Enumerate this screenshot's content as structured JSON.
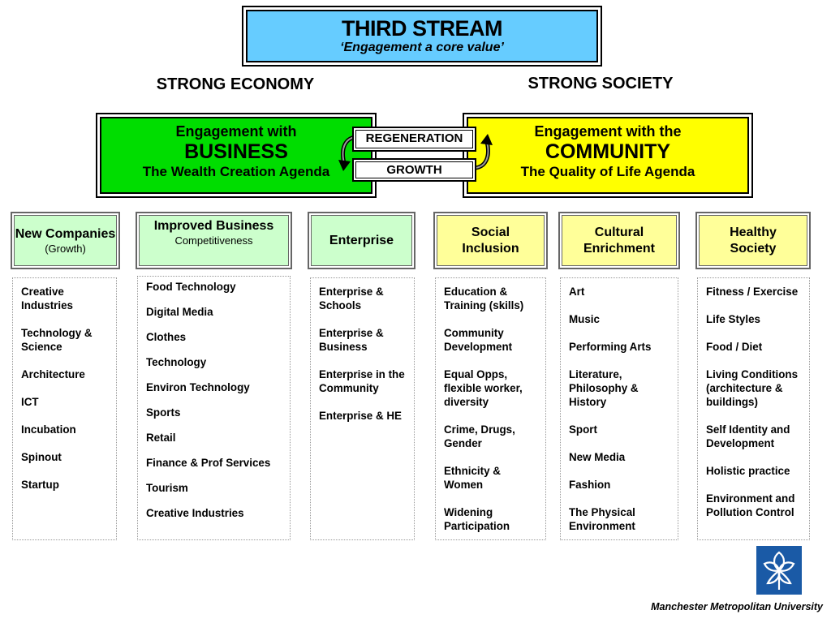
{
  "title": {
    "main": "THIRD STREAM",
    "subtitle": "‘Engagement a core value’"
  },
  "headings": {
    "economy": "STRONG ECONOMY",
    "society": "STRONG SOCIETY"
  },
  "business_box": {
    "line1": "Engagement with",
    "line2": "BUSINESS",
    "line3": "The Wealth Creation Agenda",
    "color": "#00dd00"
  },
  "community_box": {
    "line1": "Engagement with the",
    "line2": "COMMUNITY",
    "line3": "The Quality of Life Agenda",
    "color": "#ffff00"
  },
  "connectors": {
    "top": "REGENERATION",
    "bottom": "GROWTH"
  },
  "columns": [
    {
      "title": "New Companies",
      "sub": "(Growth)",
      "items": [
        "Creative Industries",
        "Technology & Science",
        "Architecture",
        "ICT",
        "Incubation",
        "Spinout",
        "Startup"
      ]
    },
    {
      "title": "Improved Business",
      "sub": "Competitiveness",
      "items": [
        "Food Technology",
        "Digital Media",
        "Clothes",
        "Technology",
        "Environ Technology",
        "Sports",
        "Retail",
        "Finance & Prof Services",
        "Tourism",
        "Creative Industries"
      ]
    },
    {
      "title": "Enterprise",
      "sub": "",
      "items": [
        "Enterprise & Schools",
        "Enterprise & Business",
        "Enterprise in the Community",
        "Enterprise & HE"
      ]
    },
    {
      "title": "Social Inclusion",
      "sub": "",
      "items": [
        "Education & Training (skills)",
        "Community Development",
        "Equal Opps, flexible worker, diversity",
        "Crime, Drugs, Gender",
        "Ethnicity & Women",
        "Widening Participation"
      ]
    },
    {
      "title": "Cultural Enrichment",
      "sub": "",
      "items": [
        "Art",
        "Music",
        "Performing Arts",
        "Literature, Philosophy & History",
        "Sport",
        "New Media",
        "Fashion",
        "The Physical Environment"
      ]
    },
    {
      "title": "Healthy Society",
      "sub": "",
      "items": [
        "Fitness / Exercise",
        "Life Styles",
        "Food / Diet",
        "Living Conditions (architecture & buildings)",
        "Self Identity and Development",
        "Holistic practice",
        "Environment and Pollution Control"
      ]
    }
  ],
  "footer": "Manchester Metropolitan University"
}
